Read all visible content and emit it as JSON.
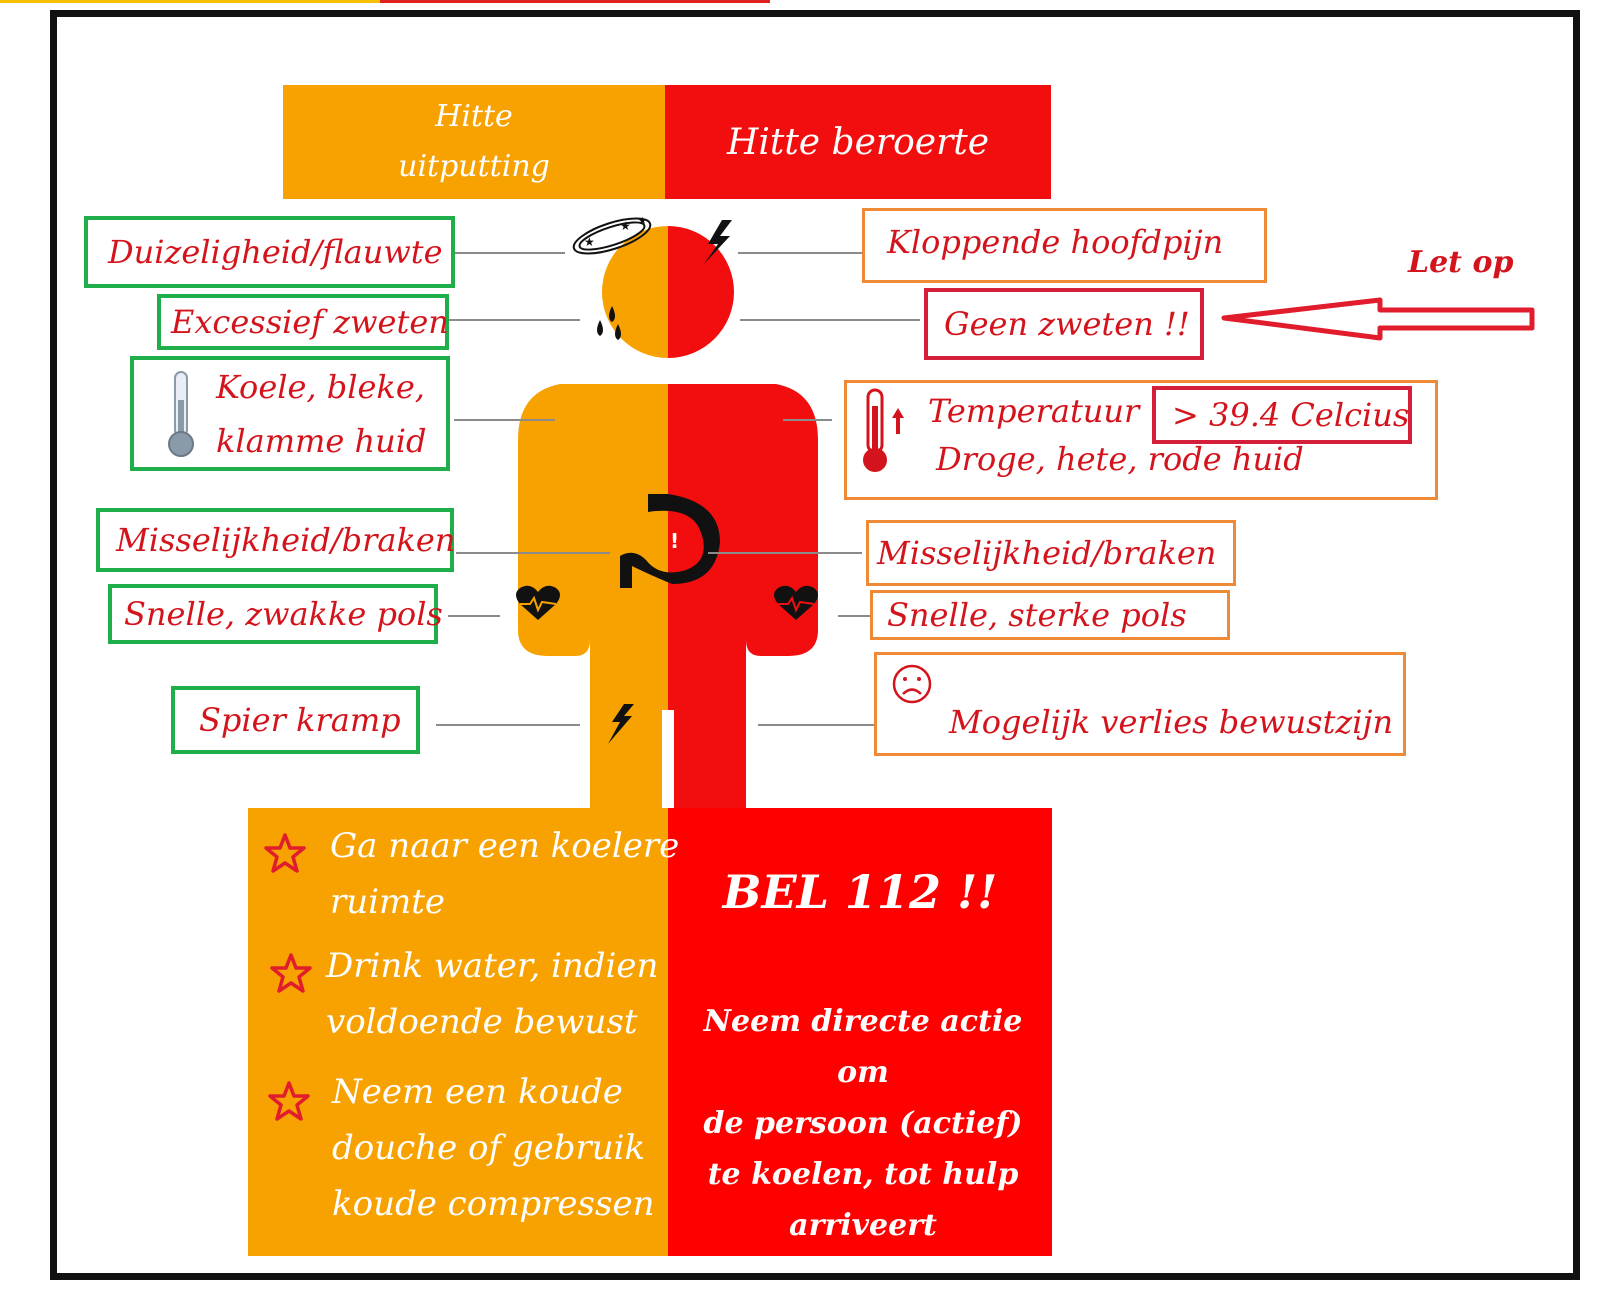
{
  "header": {
    "left_line1": "Hitte",
    "left_line2": "uitputting",
    "right": "Hitte beroerte"
  },
  "left_symptoms": [
    "Duizeligheid/flauwte",
    "Excessief zweten",
    "Koele, bleke,",
    "klamme huid",
    "Misselijkheid/braken",
    "Snelle, zwakke pols",
    "Spier kramp"
  ],
  "right_symptoms": {
    "headache": "Kloppende hoofdpijn",
    "no_sweat": "Geen zweten !!",
    "temp_label": "Temperatuur",
    "temp_value": "> 39.4 Celcius",
    "skin": "Droge, hete, rode huid",
    "nausea": "Misselijkheid/braken",
    "pulse": "Snelle,  sterke  pols",
    "consciousness": "Mogelijk verlies bewustzijn"
  },
  "warning": "Let op",
  "left_actions": {
    "a1_line1": "Ga naar een koelere",
    "a1_line2": "ruimte",
    "a2_line1": "Drink water, indien",
    "a2_line2": "voldoende bewust",
    "a3_line1": "Neem een koude",
    "a3_line2": "douche of gebruik",
    "a3_line3": "koude compressen"
  },
  "right_actions": {
    "call": "BEL 112 !!",
    "line1": "Neem directe actie om",
    "line2": "de persoon (actief)",
    "line3": "te koelen, tot hulp",
    "line4": "arriveert"
  },
  "icons": [
    "dizzy-icon",
    "lightning-icon",
    "sweat-drops-icon",
    "thermometer-icon",
    "stomach-icon",
    "heart-pulse-icon",
    "sad-face-icon",
    "arrow-icon",
    "star-icon"
  ],
  "colors": {
    "orange": "#f7a200",
    "red": "#f20e0e",
    "green_border": "#1fae4a",
    "orange_border": "#ee8a36",
    "red_border": "#d51f3a",
    "text_red": "#d4141c"
  }
}
